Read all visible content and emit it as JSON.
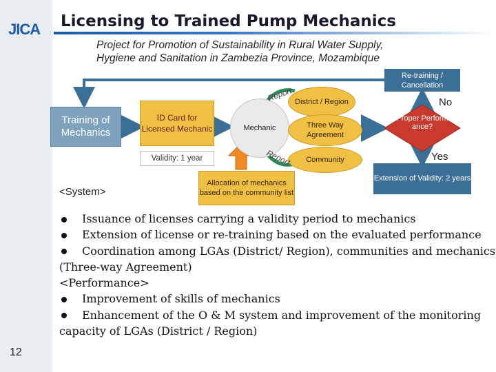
{
  "header": {
    "title": "Licensing to Trained Pump Mechanics",
    "subtitle_line1": "Project for Promotion of Sustainability in Rural Water Supply,",
    "subtitle_line2": "Hygiene and Sanitation in Zambezia Province, Mozambique"
  },
  "sidebar": {
    "logo_text": "JICA",
    "page_number": "12"
  },
  "diagram": {
    "training": "Training of Mechanics",
    "id_card": "ID Card for Licensed Mechanic",
    "validity": "Validity: 1 year",
    "mechanic": "Mechanic",
    "report_top": "Report",
    "report_bottom": "Report",
    "district": "District / Region",
    "three_way": "Three Way Agreement",
    "community": "Community",
    "allocation": "Allocation of mechanics based on the community list",
    "retraining": "Re-training / Cancellation",
    "proper_perform": "Proper Perform ance?",
    "no_label": "No",
    "yes_label": "Yes",
    "extension": "Extension of Validity: 2 years",
    "system_label": "<System>"
  },
  "body": {
    "bullet1": "Issuance of licenses carrying a validity period to mechanics",
    "bullet2": "Extension of license or re-training based on the evaluated performance",
    "bullet3": "Coordination among LGAs (District/ Region), communities and mechanics",
    "bullet3_cont": "(Three-way Agreement)",
    "performance_label": "<Performance>",
    "bullet4": "Improvement of skills of mechanics",
    "bullet5": "Enhancement of the O & M system and improvement of the monitoring",
    "bullet5_cont": "capacity of LGAs (District / Region)"
  },
  "colors": {
    "accent_blue": "#3b6f95",
    "box_yellow": "#f0c044",
    "sidebar": "#e8edf2",
    "arrow_green": "#2e8b57",
    "arrow_orange": "#f08a24"
  }
}
